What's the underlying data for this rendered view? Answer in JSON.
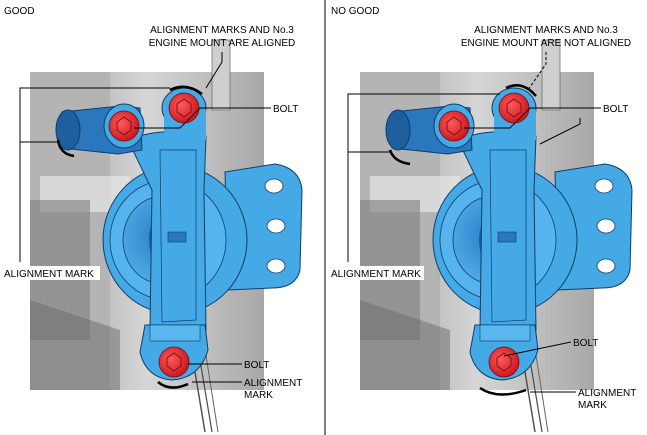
{
  "panels": {
    "left": {
      "heading": "GOOD",
      "callout_line1": "ALIGNMENT MARKS AND No.3",
      "callout_line2": "ENGINE MOUNT ARE ALIGNED",
      "bolt_top": "BOLT",
      "alignment_mark_left": "ALIGNMENT MARK",
      "bolt_bottom": "BOLT",
      "alignment_mark_bottom_line1": "ALIGNMENT",
      "alignment_mark_bottom_line2": "MARK"
    },
    "right": {
      "heading": "NO GOOD",
      "callout_line1": "ALIGNMENT MARKS AND No.3",
      "callout_line2": "ENGINE MOUNT ARE NOT ALIGNED",
      "bolt_top": "BOLT",
      "alignment_mark_left": "ALIGNMENT MARK",
      "bolt_bottom": "BOLT",
      "alignment_mark_bottom_line1": "ALIGNMENT",
      "alignment_mark_bottom_line2": "MARK"
    }
  },
  "colors": {
    "mount_blue": "#45a9e6",
    "mount_outline": "#0d3f6b",
    "bolt_red": "#e0202a",
    "engine_gray": "#c8c8c8",
    "engine_dark": "#8a8a8a"
  }
}
